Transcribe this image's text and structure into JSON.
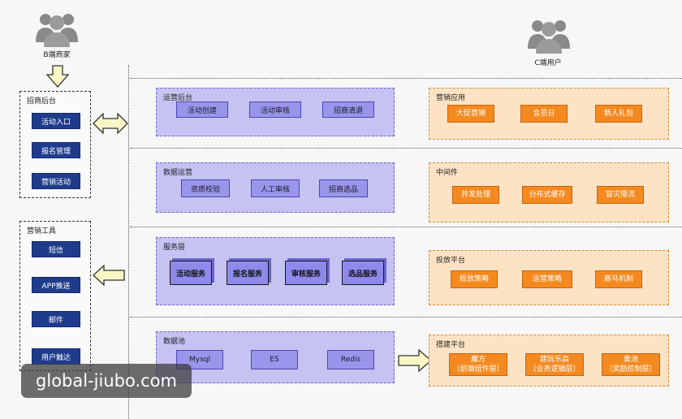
{
  "actors": {
    "merchant": "B端商家",
    "user": "C端用户"
  },
  "merchant_backend": {
    "title": "招商后台",
    "items": [
      "活动入口",
      "报名管理",
      "营销活动"
    ]
  },
  "marketing_tools": {
    "title": "营销工具",
    "items": [
      "短信",
      "APP推送",
      "邮件",
      "用户触达"
    ]
  },
  "layers": [
    {
      "title": "运营后台",
      "items": [
        "活动创建",
        "活动审核",
        "招商清退"
      ]
    },
    {
      "title": "数据运营",
      "items": [
        "资质校验",
        "人工审核",
        "招商选品"
      ]
    },
    {
      "title": "服务层",
      "items": [
        "活动服务",
        "报名服务",
        "审核服务",
        "选品服务"
      ]
    },
    {
      "title": "数据池",
      "items": [
        "Mysql",
        "ES",
        "Redis"
      ]
    }
  ],
  "right_panels": [
    {
      "title": "营销应用",
      "items": [
        "大促营销",
        "会员日",
        "新人礼包"
      ]
    },
    {
      "title": "中间件",
      "items": [
        "并发处理",
        "分布式缓存",
        "容灾限流"
      ]
    },
    {
      "title": "投放平台",
      "items": [
        "投放策略",
        "运营策略",
        "赛马机制"
      ]
    },
    {
      "title": "搭建平台",
      "items": [
        "魔方\n（前端组件层）",
        "建玩乐高\n（业务逻辑层）",
        "奥池\n（奖励控制层）"
      ]
    }
  ],
  "watermark": "global-jiubo.com",
  "colors": {
    "blue": "#1f3c8c",
    "purple": "#9a95ea",
    "orange": "#f48a1f",
    "arrow_fill": "#fbf6c6"
  }
}
